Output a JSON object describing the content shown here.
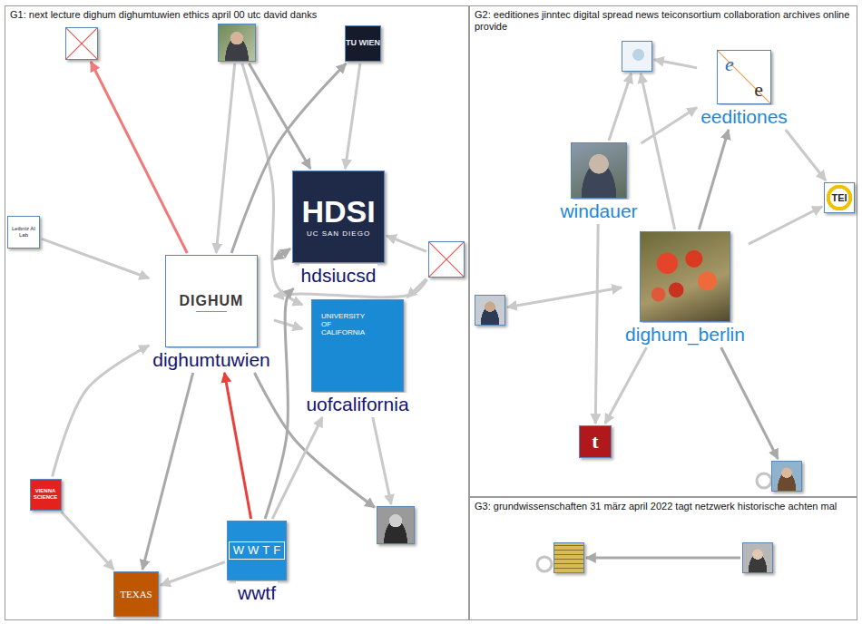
{
  "diagram": {
    "nodes": [
      {
        "text": [
          "G1: next lecture dighum dighumtuwien ethics april 00 utc david danks"
        ]
      },
      {
        "text": [],
        "in": 0
      },
      {
        "text": [],
        "in": 0
      },
      {
        "text": [
          "TU WIEN"
        ],
        "in": 0
      },
      {
        "text": [
          "Leibniz AI Lab"
        ],
        "in": 0
      },
      {
        "text": [
          "HDSI",
          "UC SAN DIEGO",
          "hdsiucsd"
        ],
        "in": 0
      },
      {
        "text": [],
        "in": 0
      },
      {
        "text": [
          "DIGHUM",
          "dighumtuwien"
        ],
        "in": 0
      },
      {
        "text": [
          "UNIVERSITY OF CALIFORNIA",
          "uofcalifornia"
        ],
        "in": 0
      },
      {
        "text": [
          "VIENNA SCIENCE"
        ],
        "in": 0
      },
      {
        "text": [],
        "in": 0
      },
      {
        "text": [
          "WWTF",
          "wwtf"
        ],
        "in": 0
      },
      {
        "text": [
          "TEXAS"
        ],
        "in": 0
      },
      {
        "text": [
          "G2: eeditiones jinntec digital spread news teiconsortium collaboration archives online provide"
        ]
      },
      {
        "text": [],
        "in": 13
      },
      {
        "text": [
          "e",
          "e",
          "eeditiones"
        ],
        "in": 13
      },
      {
        "text": [
          "windauer"
        ],
        "in": 13
      },
      {
        "text": [
          "TEI"
        ],
        "in": 13
      },
      {
        "text": [],
        "in": 13
      },
      {
        "text": [
          "dighum_berlin"
        ],
        "in": 13
      },
      {
        "text": [
          "t"
        ],
        "in": 13
      },
      {
        "text": [],
        "in": 13
      },
      {
        "text": [
          "G3: grundwissenschaften 31 märz april 2022 tagt netzwerk historische achten mal"
        ]
      },
      {
        "text": [],
        "in": 22
      },
      {
        "text": [],
        "in": 22
      }
    ],
    "edges": [
      {
        "from": 7,
        "to": 1,
        "arrow": "to"
      },
      {
        "from": 2,
        "to": 7,
        "arrow": "to"
      },
      {
        "from": 2,
        "to": 5,
        "arrow": "to"
      },
      {
        "from": 2,
        "to": 8,
        "arrow": "to"
      },
      {
        "from": 7,
        "to": 3,
        "arrow": "to"
      },
      {
        "from": 3,
        "to": 5,
        "arrow": "to"
      },
      {
        "from": 4,
        "to": 7,
        "arrow": "to"
      },
      {
        "from": 7,
        "to": 5,
        "arrow": "both"
      },
      {
        "from": 7,
        "to": 8,
        "arrow": "to"
      },
      {
        "from": 6,
        "to": 7,
        "arrow": "to"
      },
      {
        "from": 6,
        "to": 5,
        "arrow": "to"
      },
      {
        "from": 6,
        "to": 8,
        "arrow": "to"
      },
      {
        "from": 7,
        "to": 10,
        "arrow": "to"
      },
      {
        "from": 7,
        "to": 12,
        "arrow": "to"
      },
      {
        "from": 9,
        "to": 12,
        "arrow": "to"
      },
      {
        "from": 9,
        "to": 7,
        "arrow": "to"
      },
      {
        "from": 11,
        "to": 7,
        "arrow": "to"
      },
      {
        "from": 11,
        "to": 12,
        "arrow": "to"
      },
      {
        "from": 11,
        "to": 8,
        "arrow": "to"
      },
      {
        "from": 11,
        "to": 5,
        "arrow": "to"
      },
      {
        "from": 8,
        "to": 10,
        "arrow": "to"
      },
      {
        "from": 16,
        "to": 14,
        "arrow": "to"
      },
      {
        "from": 16,
        "to": 15,
        "arrow": "to"
      },
      {
        "from": 16,
        "to": 20,
        "arrow": "to"
      },
      {
        "from": 19,
        "to": 14,
        "arrow": "to"
      },
      {
        "from": 15,
        "to": 14,
        "arrow": "to"
      },
      {
        "from": 19,
        "to": 15,
        "arrow": "to"
      },
      {
        "from": 15,
        "to": 17,
        "arrow": "to"
      },
      {
        "from": 19,
        "to": 17,
        "arrow": "to"
      },
      {
        "from": 19,
        "to": 18,
        "arrow": "both"
      },
      {
        "from": 19,
        "to": 20,
        "arrow": "to"
      },
      {
        "from": 19,
        "to": 21,
        "arrow": "to"
      },
      {
        "from": 24,
        "to": 23,
        "arrow": "to"
      }
    ]
  }
}
